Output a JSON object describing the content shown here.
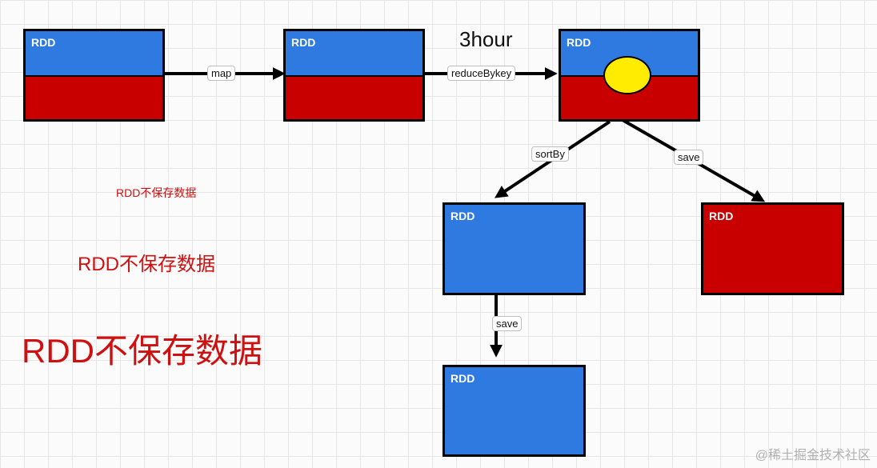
{
  "nodes": {
    "rdd1": "RDD",
    "rdd2": "RDD",
    "rdd3": "RDD",
    "rdd_sorted": "RDD",
    "rdd_saved_right": "RDD",
    "rdd_saved_bottom": "RDD"
  },
  "edges": {
    "map": "map",
    "reduce": "reduceBykey",
    "sortby": "sortBy",
    "save_right": "save",
    "save_down": "save"
  },
  "heading": "3hour",
  "notes": {
    "small": "RDD不保存数据",
    "medium": "RDD不保存数据",
    "large": "RDD不保存数据"
  },
  "watermark": "@稀土掘金技术社区",
  "colors": {
    "blue": "#2f7ae0",
    "red": "#c80000",
    "yellow": "#ffec00",
    "note": "#cf1010"
  }
}
